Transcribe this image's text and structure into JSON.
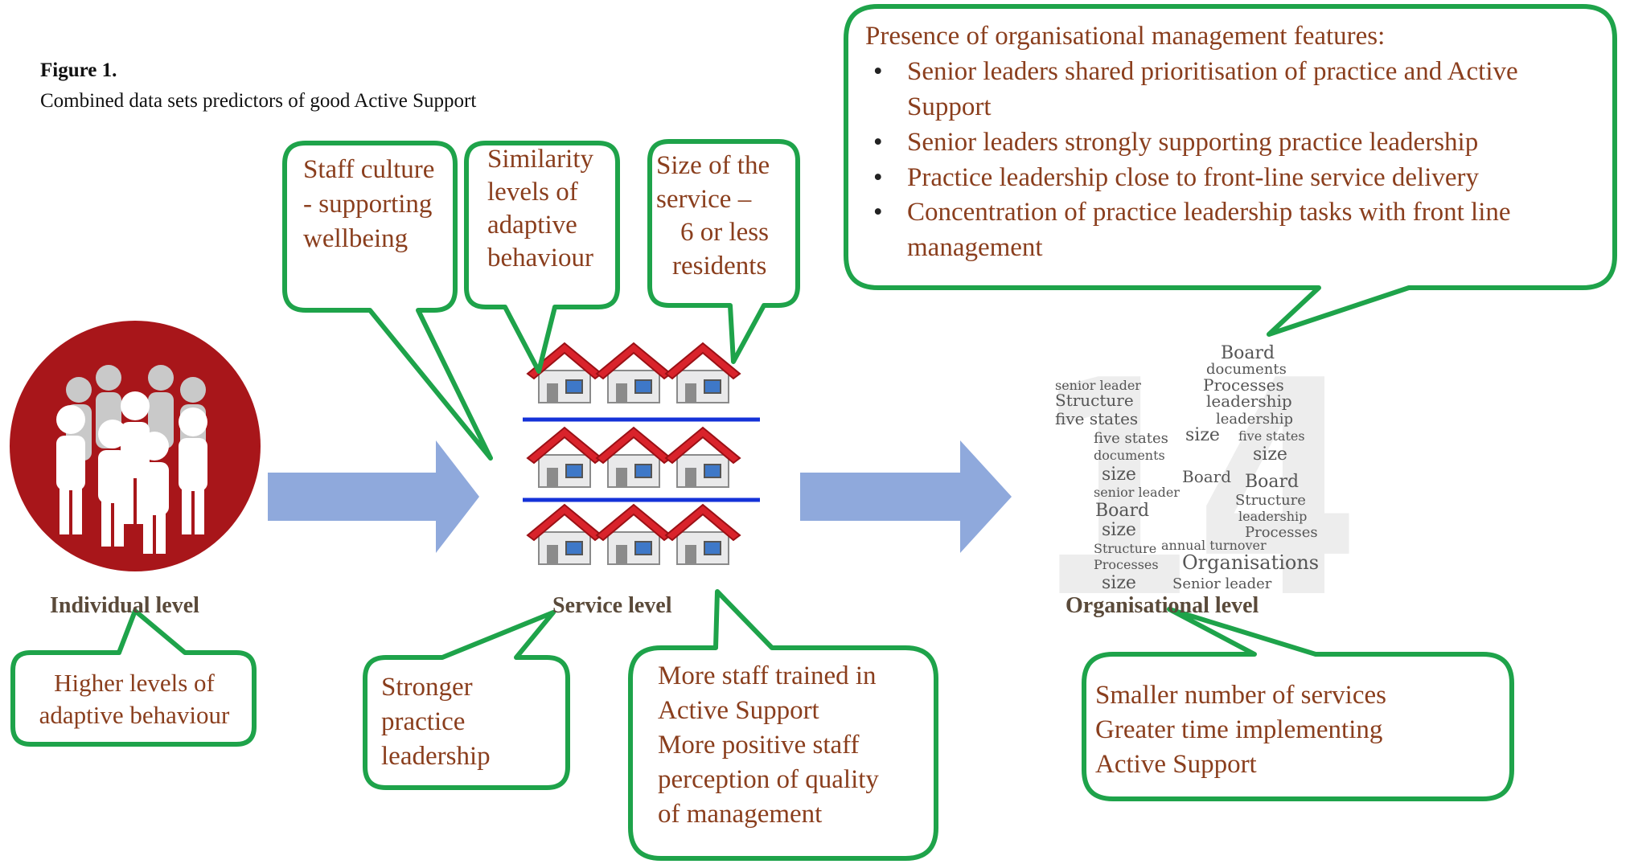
{
  "figure": {
    "title": "Figure 1.",
    "subtitle": "Combined data sets predictors of good Active Support"
  },
  "levels": {
    "individual": "Individual level",
    "service": "Service level",
    "organisational": "Organisational level"
  },
  "callouts": {
    "staff_culture": [
      "Staff culture",
      "- supporting",
      "wellbeing"
    ],
    "similarity": [
      "Similarity",
      "levels of",
      "adaptive",
      "behaviour"
    ],
    "size": [
      "Size of the",
      "service –",
      "6 or less",
      "residents"
    ],
    "org_heading": "Presence of organisational management features:",
    "org_bullets": [
      "Senior leaders shared prioritisation of practice and Active Support",
      "Senior leaders strongly supporting practice leadership",
      "Practice leadership close to front-line service delivery",
      "Concentration of practice leadership tasks with front line management"
    ],
    "adaptive": [
      "Higher levels of",
      "adaptive behaviour"
    ],
    "practice": [
      "Stronger",
      "practice",
      "leadership"
    ],
    "staff_trained": [
      "More staff trained in",
      "Active Support",
      "More positive staff",
      "perception of quality",
      "of management"
    ],
    "services": [
      "Smaller number of services",
      "Greater time implementing",
      "Active Support"
    ]
  },
  "word_cloud": {
    "digits": "14",
    "words": [
      "Board",
      "documents",
      "Processes",
      "leadership",
      "size",
      "Structure",
      "five states",
      "senior leader",
      "annual turnover",
      "Organisations",
      "Senior leader"
    ]
  },
  "colors": {
    "callout_border": "#1ea34a",
    "callout_text": "#8a3e1d",
    "arrow": "#8fa9dc",
    "circle": "#a8161a",
    "roof": "#d9232b",
    "shelf_line": "#1432d8"
  }
}
